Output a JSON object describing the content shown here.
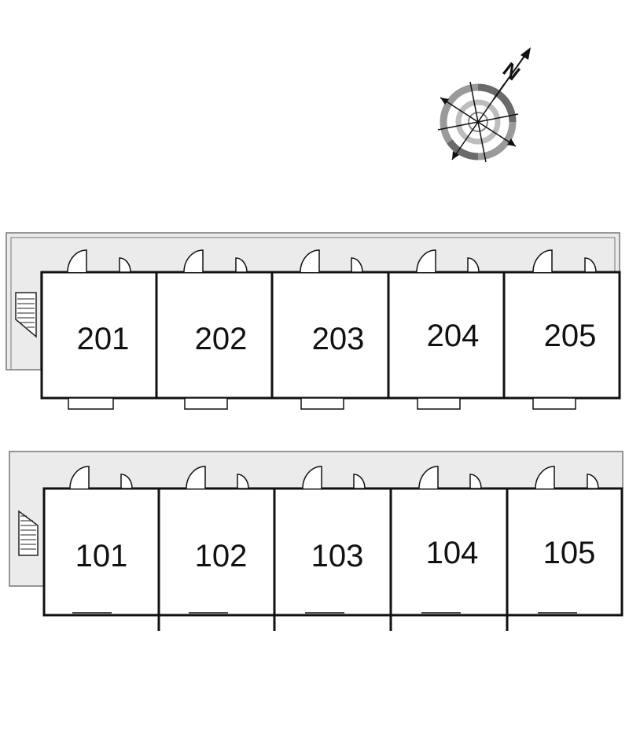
{
  "compass": {
    "label": "N",
    "icon": "north-compass-icon"
  },
  "floors": [
    {
      "level": 2,
      "units": [
        "201",
        "202",
        "203",
        "204",
        "205"
      ]
    },
    {
      "level": 1,
      "units": [
        "101",
        "102",
        "103",
        "104",
        "105"
      ]
    }
  ],
  "colors": {
    "walls": "#111111",
    "corridor_fill": "#ebebeb",
    "corridor_outline": "#777777",
    "compass_ring": "#9a9a9a",
    "compass_ring_dark": "#666666"
  }
}
